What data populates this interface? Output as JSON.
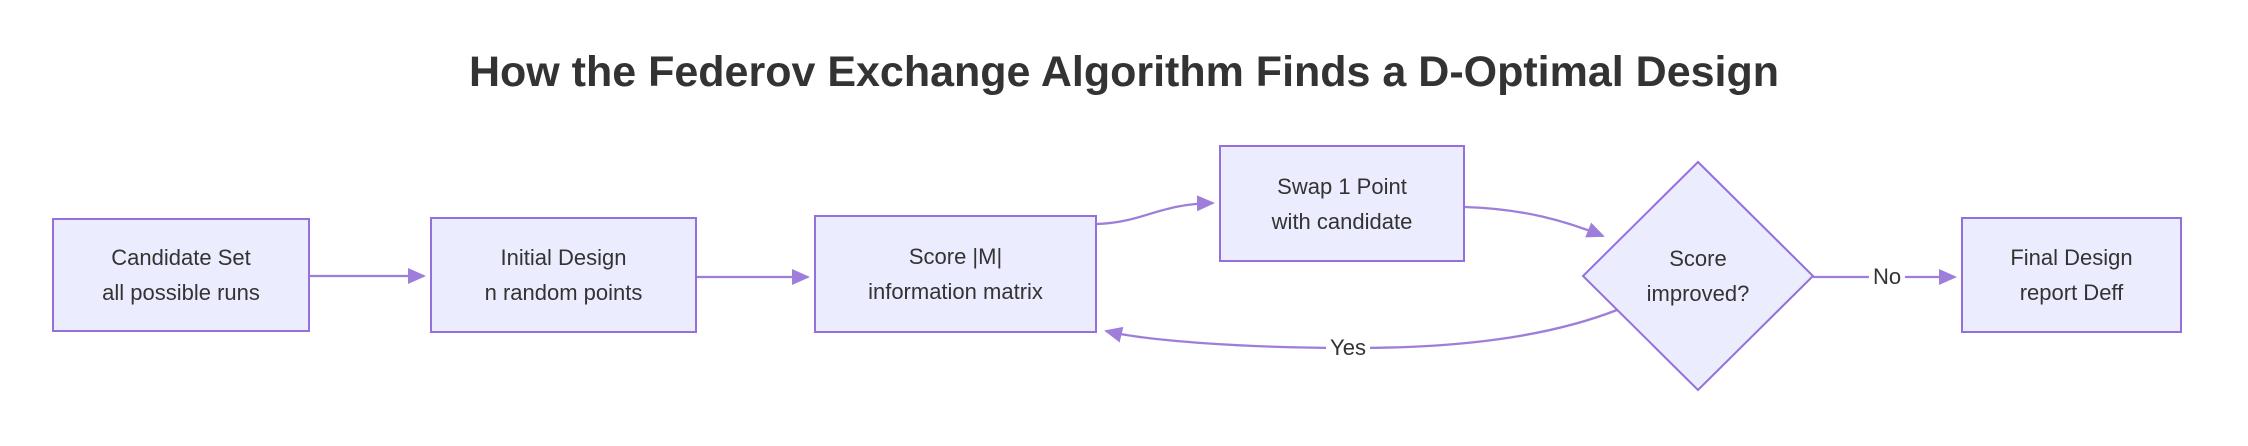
{
  "title": "How the Federov Exchange Algorithm Finds a D-Optimal Design",
  "diagram_type": "flowchart",
  "colors": {
    "node_fill": "#ECECFF",
    "node_border": "#9370DB",
    "edge_line": "#9F7EDB",
    "text": "#333333",
    "background": "#FFFFFF"
  },
  "nodes": {
    "candidate": {
      "line1": "Candidate Set",
      "line2": "all possible runs"
    },
    "initial": {
      "line1": "Initial Design",
      "line2": "n random points"
    },
    "score": {
      "line1": "Score |M|",
      "line2": "information matrix"
    },
    "swap": {
      "line1": "Swap 1 Point",
      "line2": "with candidate"
    },
    "decision": {
      "line1": "Score",
      "line2": "improved?"
    },
    "final": {
      "line1": "Final Design",
      "line2": "report Deff"
    }
  },
  "edges": [
    {
      "from": "candidate",
      "to": "initial",
      "label": ""
    },
    {
      "from": "initial",
      "to": "score",
      "label": ""
    },
    {
      "from": "score",
      "to": "swap",
      "label": ""
    },
    {
      "from": "swap",
      "to": "decision",
      "label": ""
    },
    {
      "from": "decision",
      "to": "score",
      "label": "Yes"
    },
    {
      "from": "decision",
      "to": "final",
      "label": "No"
    }
  ],
  "edge_labels": {
    "yes": "Yes",
    "no": "No"
  }
}
